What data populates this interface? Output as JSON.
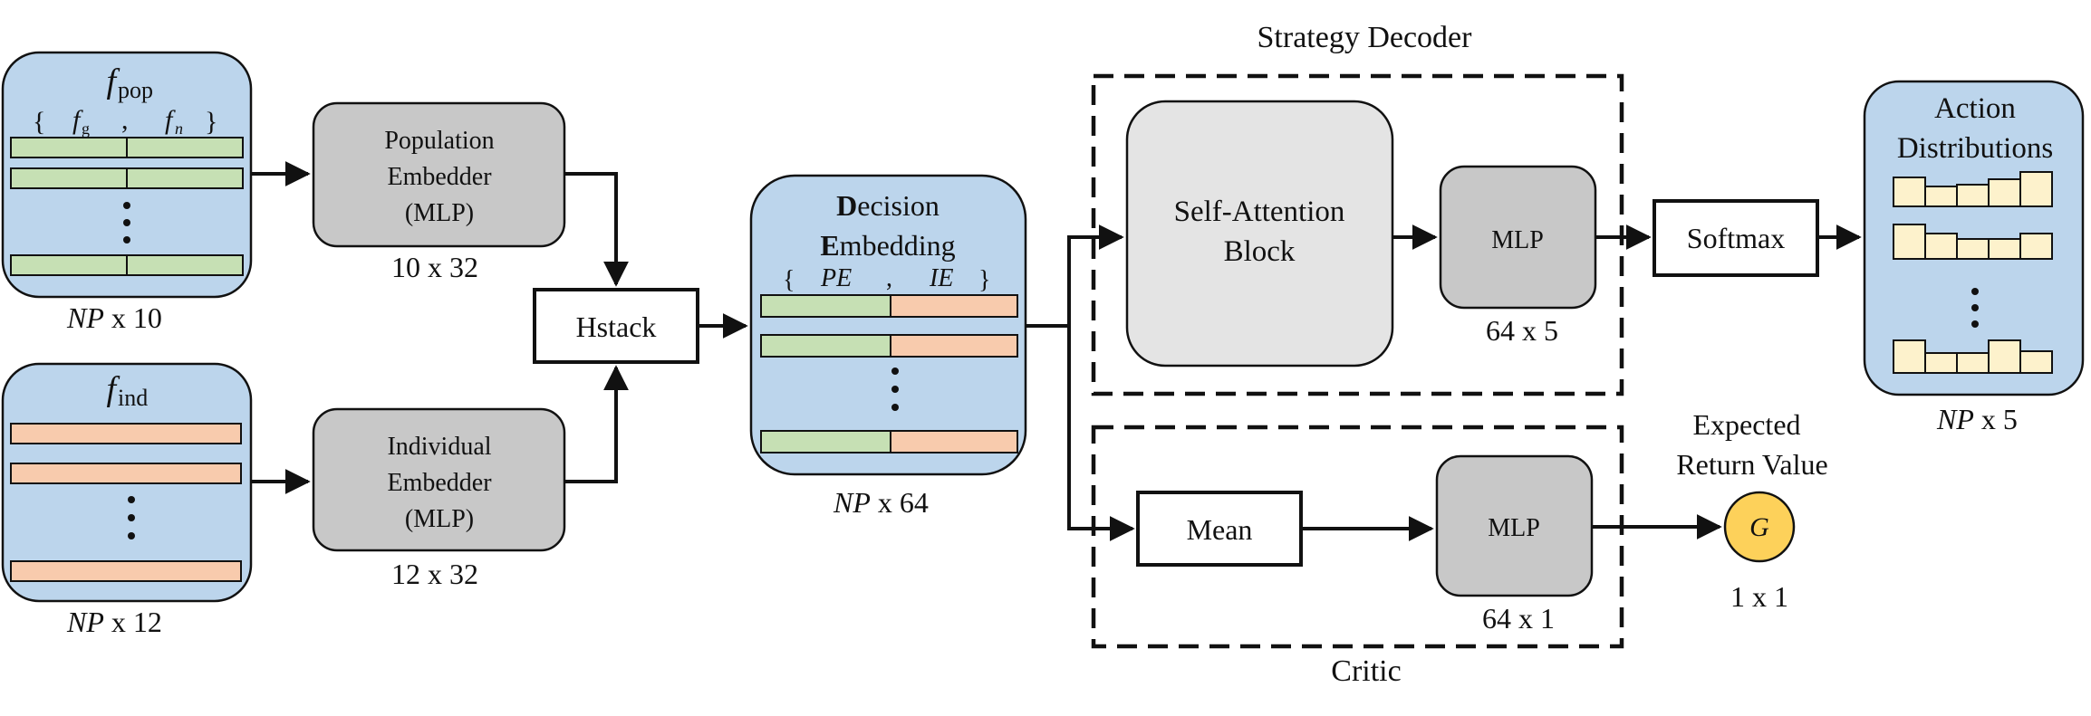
{
  "pop_input": {
    "title_main": "f",
    "title_sub": "pop",
    "brace_open": "{",
    "field_g_main": "f",
    "field_g_sub": "g",
    "comma": ",",
    "field_n_main": "f",
    "field_n_sub": "n",
    "brace_close": "}",
    "dim_np": "NP",
    "dim_rest": " x 10"
  },
  "ind_input": {
    "title_main": "f",
    "title_sub": "ind",
    "dim_np": "NP",
    "dim_rest": " x 12"
  },
  "pop_embedder": {
    "line1": "Population",
    "line2": "Embedder",
    "line3": "(MLP)",
    "dim": "10 x 32"
  },
  "ind_embedder": {
    "line1": "Individual",
    "line2": "Embedder",
    "line3": "(MLP)",
    "dim": "12 x 32"
  },
  "hstack": {
    "label": "Hstack"
  },
  "decision_embedding": {
    "line1_bold": "D",
    "line1_rest": "ecision",
    "line2_bold": "E",
    "line2_rest": "mbedding",
    "brace_open": "{",
    "pe": "PE",
    "comma": ",",
    "ie": "IE",
    "brace_close": "}",
    "dim_np": "NP",
    "dim_rest": " x 64"
  },
  "strategy_decoder": {
    "title": "Strategy Decoder",
    "attention_line1": "Self-Attention",
    "attention_line2": "Block",
    "mlp": "MLP",
    "mlp_dim": "64 x 5"
  },
  "softmax": {
    "label": "Softmax"
  },
  "action_distributions": {
    "line1": "Action",
    "line2": "Distributions",
    "dim_np": "NP",
    "dim_rest": " x 5"
  },
  "critic": {
    "title": "Critic",
    "mean": "Mean",
    "mlp": "MLP",
    "mlp_dim": "64 x 1"
  },
  "expected_return": {
    "line1": "Expected",
    "line2": "Return Value",
    "symbol": "G",
    "dim": "1 x 1"
  },
  "colors": {
    "panel_blue": "#bcd5ec",
    "embedder_gray": "#c8c8c8",
    "attention_gray": "#e4e4e4",
    "green_bar": "#c6e0b4",
    "orange_bar": "#f8cbad",
    "cream_bar": "#fdf2cc",
    "return_yellow": "#fdd15a"
  }
}
